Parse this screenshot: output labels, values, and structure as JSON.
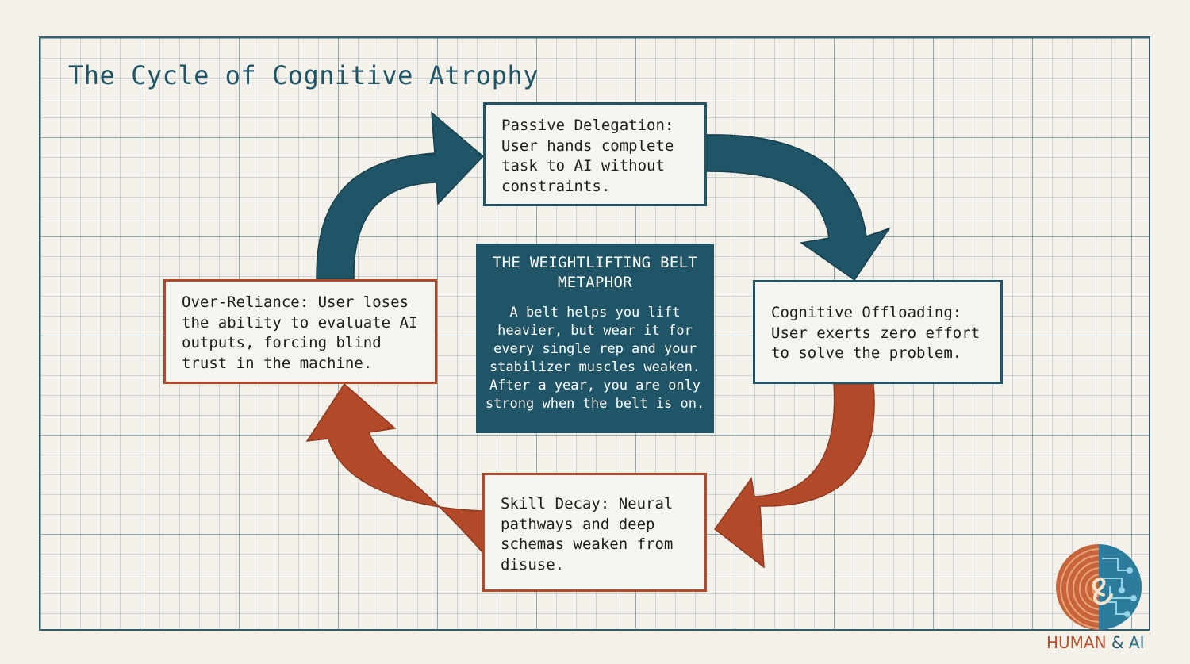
{
  "title": "The Cycle of Cognitive Atrophy",
  "nodes": {
    "delegation": "Passive Delegation: User hands complete task to AI without constraints.",
    "offloading": "Cognitive Offloading: User exerts zero effort to solve the problem.",
    "decay": "Skill Decay: Neural pathways and deep schemas weaken from disuse.",
    "reliance": "Over-Reliance: User loses the ability to evaluate AI outputs, forcing blind trust in the machine."
  },
  "center": {
    "title": "THE WEIGHTLIFTING BELT METAPHOR",
    "body": "A belt helps you lift heavier, but wear it for every single rep and your stabilizer muscles weaken. After a year, you are only strong when the belt is on."
  },
  "logo": {
    "word1": "HUMAN",
    "amp": "&",
    "word2": "AI",
    "icon": "fingerprint-circuit-ampersand-icon"
  },
  "colors": {
    "teal": "#1f5566",
    "rust": "#b24a2a",
    "background": "#f3f1ea",
    "grid": "#3c6e7d"
  }
}
